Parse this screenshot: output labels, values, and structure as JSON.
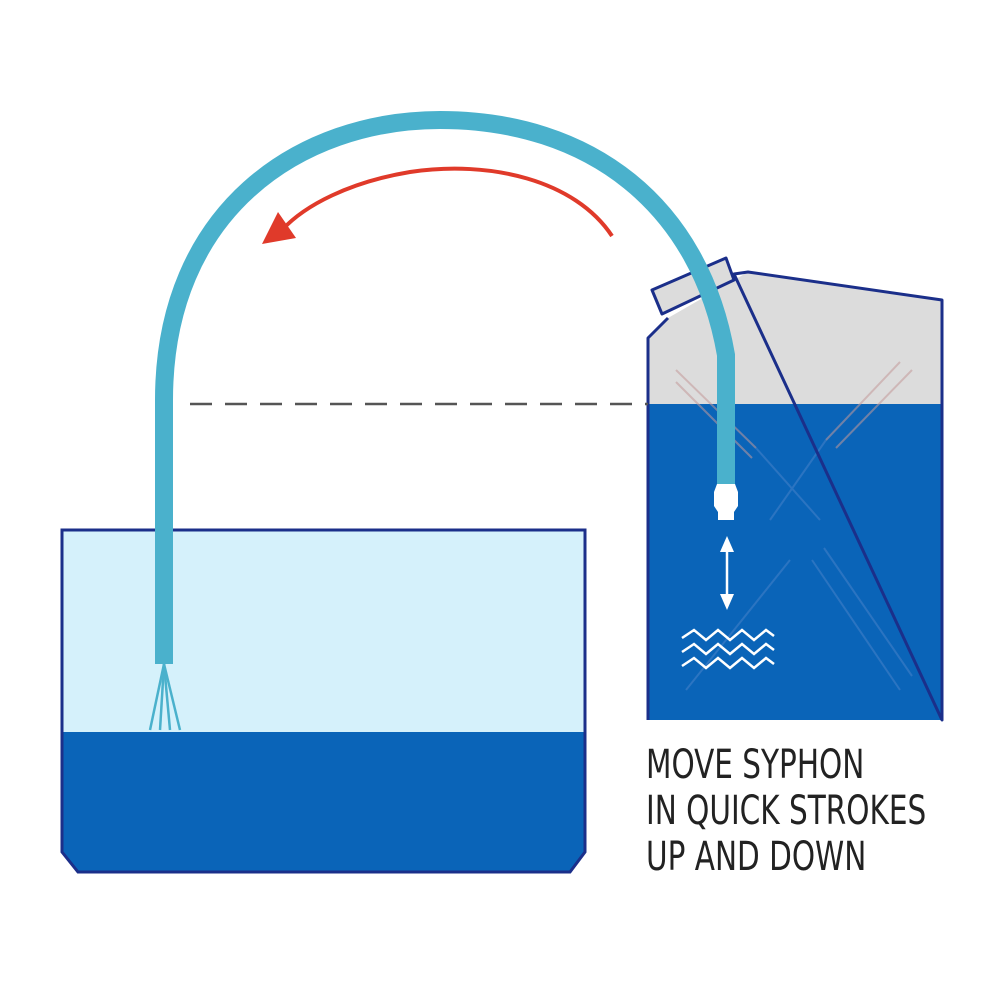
{
  "caption": {
    "lines": [
      "MOVE SYPHON",
      "IN QUICK STROKES",
      "UP AND DOWN"
    ]
  },
  "colors": {
    "water": "#0a64b8",
    "water_light": "#d5f1fb",
    "outline": "#1b2f8a",
    "tube": "#4ab1cc",
    "arrow": "#e03a2a",
    "canister_top": "#dcdcdc",
    "dash": "#555555",
    "text": "#222222"
  }
}
